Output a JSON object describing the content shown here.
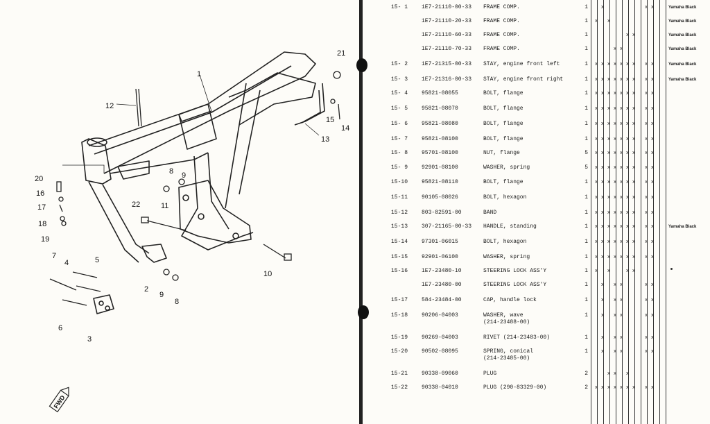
{
  "diagram": {
    "callouts": [
      "1",
      "2",
      "3",
      "4",
      "5",
      "6",
      "7",
      "8",
      "8",
      "9",
      "9",
      "10",
      "11",
      "12",
      "13",
      "14",
      "15",
      "16",
      "17",
      "18",
      "19",
      "20",
      "21",
      "22"
    ],
    "fwd_label": "FWD"
  },
  "parts": [
    {
      "ref": "15- 1",
      "part_no": "1E7-21110-00-33",
      "desc": "FRAME COMP.",
      "qty": "1",
      "cols": [
        0,
        1,
        0,
        0,
        0,
        0,
        0,
        0,
        1,
        1
      ],
      "note": "Yamaha Black"
    },
    {
      "ref": "",
      "part_no": "1E7-21110-20-33",
      "desc": "FRAME COMP.",
      "qty": "1",
      "cols": [
        1,
        0,
        1,
        0,
        0,
        0,
        0,
        0,
        0,
        0
      ],
      "note": "Yamaha Black"
    },
    {
      "ref": "",
      "part_no": "1E7-21110-60-33",
      "desc": "FRAME COMP.",
      "qty": "1",
      "cols": [
        0,
        0,
        0,
        0,
        0,
        1,
        1,
        0,
        0,
        0
      ],
      "note": "Yamaha Black"
    },
    {
      "ref": "",
      "part_no": "1E7-21110-70-33",
      "desc": "FRAME COMP.",
      "qty": "1",
      "cols": [
        0,
        0,
        0,
        1,
        1,
        0,
        0,
        0,
        0,
        0
      ],
      "note": "Yamaha Black"
    },
    {
      "ref": "15- 2",
      "part_no": "1E7-21315-00-33",
      "desc": "STAY, engine front left",
      "qty": "1",
      "cols": [
        1,
        1,
        1,
        1,
        1,
        1,
        1,
        0,
        1,
        1
      ],
      "note": "Yamaha Black"
    },
    {
      "ref": "15- 3",
      "part_no": "1E7-21316-00-33",
      "desc": "STAY, engine front right",
      "qty": "1",
      "cols": [
        1,
        1,
        1,
        1,
        1,
        1,
        1,
        0,
        1,
        1
      ],
      "note": "Yamaha Black"
    },
    {
      "ref": "15- 4",
      "part_no": "95821-08055",
      "desc": "BOLT, flange",
      "qty": "1",
      "cols": [
        1,
        1,
        1,
        1,
        1,
        1,
        1,
        0,
        1,
        1
      ],
      "note": ""
    },
    {
      "ref": "15- 5",
      "part_no": "95821-08070",
      "desc": "BOLT, flange",
      "qty": "1",
      "cols": [
        1,
        1,
        1,
        1,
        1,
        1,
        1,
        0,
        1,
        1
      ],
      "note": ""
    },
    {
      "ref": "15- 6",
      "part_no": "95821-08080",
      "desc": "BOLT, flange",
      "qty": "1",
      "cols": [
        1,
        1,
        1,
        1,
        1,
        1,
        1,
        0,
        1,
        1
      ],
      "note": ""
    },
    {
      "ref": "15- 7",
      "part_no": "95821-08100",
      "desc": "BOLT, flange",
      "qty": "1",
      "cols": [
        1,
        1,
        1,
        1,
        1,
        1,
        1,
        0,
        1,
        1
      ],
      "note": ""
    },
    {
      "ref": "15- 8",
      "part_no": "95701-08100",
      "desc": "NUT, flange",
      "qty": "5",
      "cols": [
        1,
        1,
        1,
        1,
        1,
        1,
        1,
        0,
        1,
        1
      ],
      "note": ""
    },
    {
      "ref": "15- 9",
      "part_no": "92901-08100",
      "desc": "WASHER, spring",
      "qty": "5",
      "cols": [
        1,
        1,
        1,
        1,
        1,
        1,
        1,
        0,
        1,
        1
      ],
      "note": ""
    },
    {
      "ref": "15-10",
      "part_no": "95821-08110",
      "desc": "BOLT, flange",
      "qty": "1",
      "cols": [
        1,
        1,
        1,
        1,
        1,
        1,
        1,
        0,
        1,
        1
      ],
      "note": ""
    },
    {
      "ref": "15-11",
      "part_no": "90105-08026",
      "desc": "BOLT, hexagon",
      "qty": "1",
      "cols": [
        1,
        1,
        1,
        1,
        1,
        1,
        1,
        0,
        1,
        1
      ],
      "note": ""
    },
    {
      "ref": "15-12",
      "part_no": "803-82591-00",
      "desc": "BAND",
      "qty": "1",
      "cols": [
        1,
        1,
        1,
        1,
        1,
        1,
        1,
        0,
        1,
        1
      ],
      "note": ""
    },
    {
      "ref": "15-13",
      "part_no": "307-21165-00-33",
      "desc": "HANDLE, standing",
      "qty": "1",
      "cols": [
        1,
        1,
        1,
        1,
        1,
        1,
        1,
        0,
        1,
        1
      ],
      "note": "Yamaha Black"
    },
    {
      "ref": "15-14",
      "part_no": "97301-06015",
      "desc": "BOLT, hexagon",
      "qty": "1",
      "cols": [
        1,
        1,
        1,
        1,
        1,
        1,
        1,
        0,
        1,
        1
      ],
      "note": ""
    },
    {
      "ref": "15-15",
      "part_no": "92901-06100",
      "desc": "WASHER, spring",
      "qty": "1",
      "cols": [
        1,
        1,
        1,
        1,
        1,
        1,
        1,
        0,
        1,
        1
      ],
      "note": ""
    },
    {
      "ref": "15-16",
      "part_no": "1E7-23480-10",
      "desc": "STEERING LOCK ASS'Y",
      "qty": "1",
      "cols": [
        1,
        0,
        1,
        0,
        0,
        1,
        1,
        0,
        0,
        0
      ],
      "note": ""
    },
    {
      "ref": "",
      "part_no": "1E7-23480-00",
      "desc": "STEERING LOCK ASS'Y",
      "qty": "1",
      "cols": [
        0,
        1,
        0,
        1,
        1,
        0,
        0,
        0,
        1,
        1
      ],
      "note": ""
    },
    {
      "ref": "15-17",
      "part_no": "584-23484-00",
      "desc": "CAP, handle lock",
      "qty": "1",
      "cols": [
        0,
        1,
        0,
        1,
        1,
        0,
        0,
        0,
        1,
        1
      ],
      "note": ""
    },
    {
      "ref": "15-18",
      "part_no": "90206-04003",
      "desc": "WASHER, wave\n(214-23488-00)",
      "qty": "1",
      "cols": [
        0,
        1,
        0,
        1,
        1,
        0,
        0,
        0,
        1,
        1
      ],
      "note": ""
    },
    {
      "ref": "15-19",
      "part_no": "90269-04003",
      "desc": "RIVET (214-23483-00)",
      "qty": "1",
      "cols": [
        0,
        1,
        0,
        1,
        1,
        0,
        0,
        0,
        1,
        1
      ],
      "note": ""
    },
    {
      "ref": "15-20",
      "part_no": "90502-08095",
      "desc": "SPRING, conical\n(214-23485-00)",
      "qty": "1",
      "cols": [
        0,
        1,
        0,
        1,
        1,
        0,
        0,
        0,
        1,
        1
      ],
      "note": ""
    },
    {
      "ref": "15-21",
      "part_no": "90338-09060",
      "desc": "PLUG",
      "qty": "2",
      "cols": [
        0,
        0,
        1,
        1,
        0,
        1,
        0,
        0,
        0,
        0
      ],
      "note": ""
    },
    {
      "ref": "15-22",
      "part_no": "90338-04010",
      "desc": "PLUG (290-83329-00)",
      "qty": "2",
      "cols": [
        1,
        1,
        1,
        1,
        1,
        1,
        1,
        0,
        1,
        1
      ],
      "note": ""
    }
  ],
  "mark": "x"
}
